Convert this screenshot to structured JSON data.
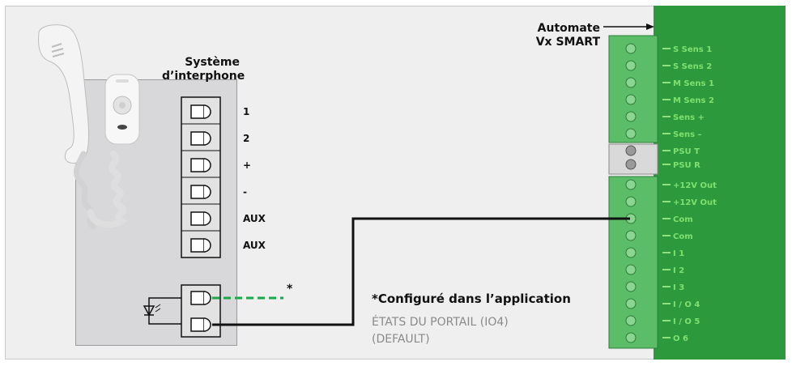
{
  "system": {
    "title_line1": "Système",
    "title_line2": "d’interphone",
    "terminals": [
      "1",
      "2",
      "+",
      "-",
      "AUX",
      "AUX"
    ]
  },
  "controller": {
    "title_line1": "Automate",
    "title_line2": "Vx SMART",
    "terminals": [
      "S Sens 1",
      "S Sens 2",
      "M Sens 1",
      "M Sens 2",
      "Sens +",
      "Sens –",
      "PSU T",
      "PSU R",
      "+12V Out",
      "+12V Out",
      "Com",
      "Com",
      "I 1",
      "I 2",
      "I 3",
      "I / O 4",
      "I / O 5",
      "O 6"
    ]
  },
  "note": {
    "asterisk": "*",
    "title": "*Configuré dans l’application",
    "line1": "ÉTATS DU PORTAIL (IO4)",
    "line2": "(DEFAULT)"
  },
  "colors": {
    "board_green": "#2c9a3c",
    "terminal_green": "#58b862",
    "wire_black": "#111111",
    "wire_green_dashed": "#1ea64a",
    "panel_gray": "#d8d8da"
  },
  "icons": [
    "handset-icon",
    "remote-icon",
    "led-icon",
    "arrow-icon"
  ]
}
